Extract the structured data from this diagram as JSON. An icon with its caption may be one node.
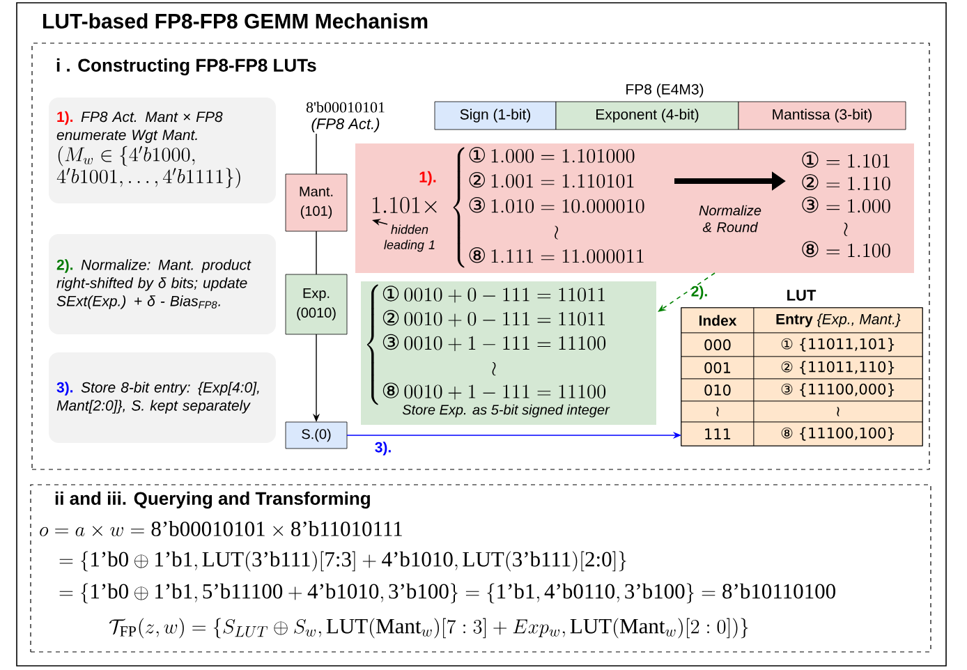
{
  "diagram": {
    "title": "LUT-based FP8-FP8 GEMM Mechanism",
    "nodes": [
      {
        "text": [
          "i . Constructing FP8-FP8 LUTs"
        ]
      },
      {
        "text": [
          "1).",
          "FP8 Act. Mant × FP8 enumerate Wgt Mant.",
          "\\begin{array}{@{}l@{}}(M_w \\in \\{4'b1000,\\\\ 4'b1001, \\ldots, 4'b1111\\})\\end{array}"
        ],
        "in": 0
      },
      {
        "text": [
          "2).",
          "Normalize: Mant. product right-shifted by δ bits; update SExt(Exp.) + δ - Bias$_{FP8}$."
        ],
        "in": 0
      },
      {
        "text": [
          "3).",
          "Store 8-bit entry: {Exp[4:0], Mant[2:0]}, S. kept separately"
        ],
        "in": 0
      },
      {
        "text": [
          "8'b00010101",
          "(FP8 Act.)"
        ],
        "in": 0
      },
      {
        "text": [
          "Mant. (101)"
        ],
        "in": 0
      },
      {
        "text": [
          "Exp. (0010)"
        ],
        "in": 0
      },
      {
        "text": [
          "S.(0)"
        ],
        "in": 0
      },
      {
        "text": [
          "Sign (1-bit)"
        ],
        "in": 0
      },
      {
        "text": [
          "Exponent (4-bit)"
        ],
        "in": 0
      },
      {
        "text": [
          "Mantissa (3-bit)"
        ],
        "in": 0
      },
      {
        "text": [
          "1)."
        ],
        "in": 0
      },
      {
        "text": [
          "hidden leading 1"
        ],
        "in": 11
      },
      {
        "text": [
          "1.101\\times"
        ],
        "in": 11
      },
      {
        "text": [
          "\\begin{cases}\\text{①}\\,1.000 = 1.101000\\\\ \\text{②}\\,1.001 = 1.110101\\\\ \\text{③}\\,1.010 = 10.000010\\\\ \\hfil\\wr\\\\ \\text{⑧}\\,1.111 = 11.000011\\end{cases}"
        ],
        "in": 11
      },
      {
        "text": [
          "\\begin{array}{l}\\text{①} = 1.101\\\\ \\text{②} = 1.110\\\\ \\text{③} = 1.000\\\\ \\hfil\\wr\\\\ \\text{⑧} = 1.100\\end{array}"
        ],
        "in": 11
      },
      {
        "text": [
          "\\begin{cases}\\text{①}\\,0010 + 0 - 111 = 11011\\\\ \\text{②}\\,0010 + 0 - 111 = 11011\\\\ \\text{③}\\,0010 + 1 - 111 = 11100\\\\ \\hfil\\wr\\\\ \\text{⑧}\\,0010 + 1 - 111 = 11100\\end{cases}",
          "Store Exp. as 5-bit signed integer"
        ],
        "in": 0
      },
      {
        "text": [
          "LUT"
        ],
        "in": 0
      },
      {
        "text": [
          "ii and iii. Querying and Transforming",
          "o = a \\times w = \\textrm{8'b00010101} \\times \\textrm{8'b11010111}",
          "= \\{\\textrm{1'b0} \\oplus \\textrm{1'b1}, \\mathrm{LUT}(\\textrm{3'b111})[\\textrm{7:3}] + \\textrm{4'b1010}, \\mathrm{LUT}(\\textrm{3'b111})[\\textrm{2:0}]\\}",
          "= \\{\\textrm{1'b0} \\oplus \\textrm{1'b1}, \\textrm{5'b11100} + \\textrm{4'b1010}, \\textrm{3'b100}\\} = \\{\\textrm{1'b1}, \\textrm{4'b0110}, \\textrm{3'b100}\\} = \\textrm{8'b10110100}",
          "\\mathcal{T}_{\\mathrm{FP}}(z, w) = \\{S_{LUT} \\oplus S_w, \\mathrm{LUT}(\\mathrm{Mant}_w)[7:3] + Exp_w, \\mathrm{LUT}(\\mathrm{Mant}_w)[2:0])\\}"
        ]
      }
    ],
    "edges": [
      {
        "from": 4,
        "to": 5,
        "arrow": "none"
      },
      {
        "from": 5,
        "to": 6,
        "arrow": "none"
      },
      {
        "from": 6,
        "to": 7,
        "arrow": "to"
      },
      {
        "from": 12,
        "to": 13,
        "arrow": "to"
      },
      {
        "from": 14,
        "to": 15,
        "arrow": "to",
        "style": "thick",
        "label": "Normalize & Round"
      },
      {
        "from": 11,
        "to": 16,
        "arrow": "to",
        "style": "dashed",
        "color": "#008000",
        "label": "2)."
      },
      {
        "from": 7,
        "to": 17,
        "arrow": "to",
        "color": "#0000ff",
        "label": "3)."
      }
    ],
    "labels": [
      "FP8 (E4M3)",
      "Index",
      "**Entry** *{Exp., Mant.}*",
      "000",
      "① {11011,101}",
      "001",
      "② {11011,110}",
      "010",
      "③ {11100,000}",
      "≀",
      "≀",
      "111",
      "⑧ {11100,100}"
    ]
  }
}
